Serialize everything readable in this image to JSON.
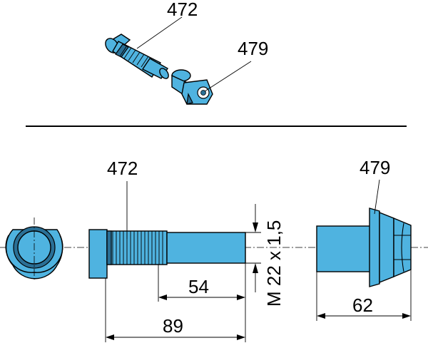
{
  "callouts": {
    "bolt_top": "472",
    "nut_top": "479",
    "bolt_side": "472",
    "nut_side": "479"
  },
  "dimensions": {
    "thread_length": "54",
    "total_length": "89",
    "nut_length": "62",
    "thread_spec": "M 22 x 1,5"
  },
  "colors": {
    "part_fill": "#4fb3e0",
    "shade": "#2a6f95"
  }
}
